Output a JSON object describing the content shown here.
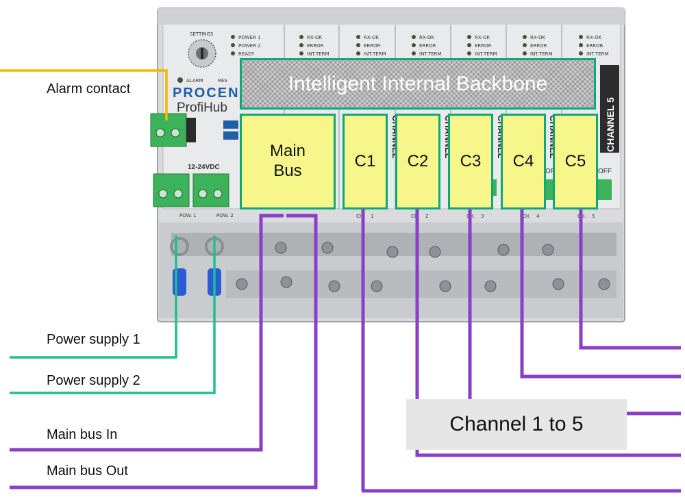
{
  "device": {
    "brand": "PROCEN",
    "model": "ProfiHub",
    "settings_label": "SETTINGS",
    "alarm_label": "ALARM",
    "alarm_label_suffix": "RES",
    "voltage_label": "12-24VDC",
    "pow1_label": "POW. 1",
    "pow2_label": "POW. 2",
    "ch_label": "CH.",
    "off_label": "OFF",
    "channel_vertical": "CHANNEL",
    "channel5_vertical": "CHANNEL 5",
    "status_leds": [
      "POWER 1",
      "POWER 2",
      "READY"
    ],
    "channel_leds": [
      "RX-OK",
      "ERROR",
      "INT.TERM"
    ],
    "channel_numbers": [
      "1",
      "2",
      "3",
      "4",
      "5"
    ]
  },
  "overlay": {
    "backbone_label": "Intelligent Internal Backbone",
    "main_bus_line1": "Main",
    "main_bus_line2": "Bus",
    "channels": [
      "C1",
      "C2",
      "C3",
      "C4",
      "C5"
    ],
    "channels_note": "Channel 1 to 5"
  },
  "labels": {
    "alarm_contact": "Alarm contact",
    "power_supply_1": "Power supply 1",
    "power_supply_2": "Power supply 2",
    "main_bus_in": "Main bus In",
    "main_bus_out": "Main bus Out"
  },
  "colors": {
    "alarm_wire": "#f5b800",
    "power_wire": "#1fbf8f",
    "bus_wire": "#8a3fc8",
    "box_fill": "#f6f68a",
    "box_border": "#0ea77a"
  }
}
